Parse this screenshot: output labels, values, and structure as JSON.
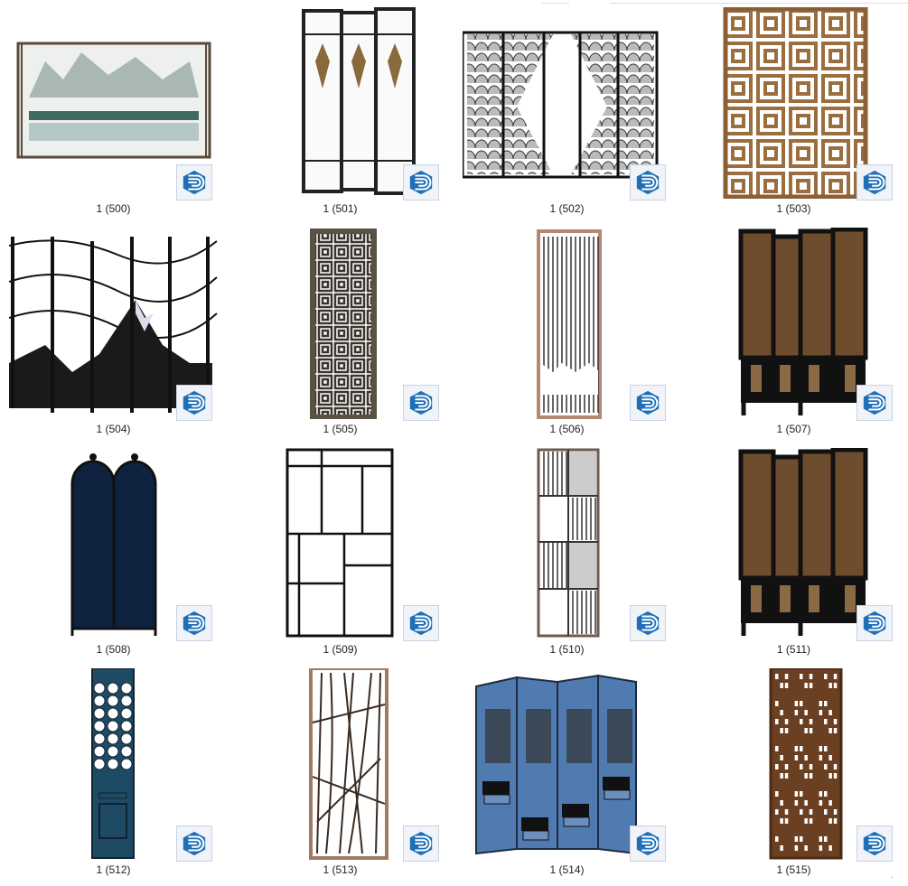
{
  "items": [
    {
      "label": "1 (500)",
      "kind": "painting"
    },
    {
      "label": "1 (501)",
      "kind": "folding-glass"
    },
    {
      "label": "1 (502)",
      "kind": "scales"
    },
    {
      "label": "1 (503)",
      "kind": "lattice-wood"
    },
    {
      "label": "1 (504)",
      "kind": "mountain"
    },
    {
      "label": "1 (505)",
      "kind": "lattice-dark"
    },
    {
      "label": "1 (506)",
      "kind": "slats"
    },
    {
      "label": "1 (507)",
      "kind": "brown-folding"
    },
    {
      "label": "1 (508)",
      "kind": "navy-arch"
    },
    {
      "label": "1 (509)",
      "kind": "mondrian"
    },
    {
      "label": "1 (510)",
      "kind": "mixed-panel"
    },
    {
      "label": "1 (511)",
      "kind": "brown-folding"
    },
    {
      "label": "1 (512)",
      "kind": "teal-door"
    },
    {
      "label": "1 (513)",
      "kind": "branches"
    },
    {
      "label": "1 (514)",
      "kind": "garden"
    },
    {
      "label": "1 (515)",
      "kind": "pixel-wood"
    }
  ],
  "badge_icon": "sketchup-icon",
  "colors": {
    "sketchup": "#1f6fb8",
    "badge_bg": "#f0f3f8"
  }
}
